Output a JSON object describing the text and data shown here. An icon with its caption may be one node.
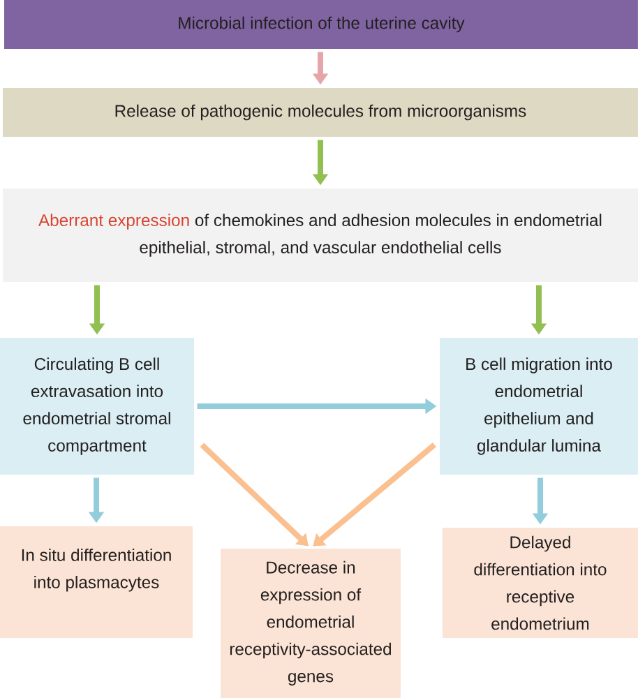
{
  "diagram": {
    "nodes": [
      {
        "text": [
          "Microbial infection of the uterine cavity"
        ]
      },
      {
        "text": [
          "Release of pathogenic molecules from microorganisms"
        ]
      },
      {
        "text": [
          "Aberrant expression",
          "of chemokines and adhesion molecules in endometrial epithelial, stromal, and vascular endothelial cells"
        ]
      },
      {
        "text": [
          "Circulating B cell extravasation into endometrial stromal compartment"
        ]
      },
      {
        "text": [
          "B cell migration into endometrial epithelium and glandular lumina"
        ]
      },
      {
        "text": [
          "In situ differentiation into plasmacytes"
        ]
      },
      {
        "text": [
          "Decrease in expression of endometrial receptivity-associated genes"
        ]
      },
      {
        "text": [
          "Delayed differentiation into receptive endometrium"
        ]
      }
    ],
    "edges": [
      {
        "from": 0,
        "to": 1,
        "arrow": "to",
        "color": "#e6a5a9"
      },
      {
        "from": 1,
        "to": 2,
        "arrow": "to",
        "color": "#92c050"
      },
      {
        "from": 2,
        "to": 3,
        "arrow": "to",
        "color": "#92c050"
      },
      {
        "from": 2,
        "to": 4,
        "arrow": "to",
        "color": "#92c050"
      },
      {
        "from": 3,
        "to": 4,
        "arrow": "to",
        "color": "#92cddc"
      },
      {
        "from": 3,
        "to": 5,
        "arrow": "to",
        "color": "#92cddc"
      },
      {
        "from": 4,
        "to": 7,
        "arrow": "to",
        "color": "#92cddc"
      },
      {
        "from": 3,
        "to": 6,
        "arrow": "to",
        "color": "#fac090"
      },
      {
        "from": 4,
        "to": 6,
        "arrow": "to",
        "color": "#fac090"
      }
    ]
  }
}
